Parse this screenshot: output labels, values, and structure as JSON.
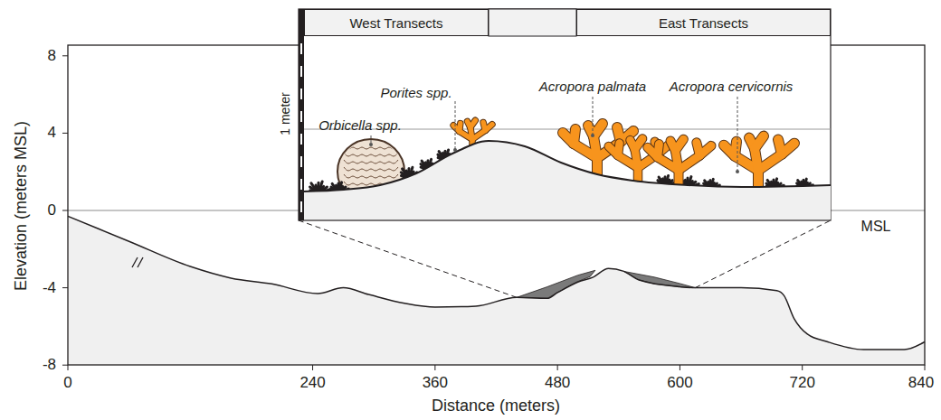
{
  "diagram": {
    "nodes": [
      {
        "text": [
          "West Transects"
        ]
      },
      {
        "text": [
          "East Transects"
        ]
      }
    ],
    "labels": [
      "8",
      "4",
      "0",
      "-4",
      "-8",
      "0",
      "240",
      "360",
      "480",
      "600",
      "720",
      "840",
      "Elevation (meters MSL)",
      "Distance (meters)",
      "MSL",
      "1 meter",
      "Orbicella spp.",
      "Porites spp.",
      "Acropora palmata",
      "Acropora cervicornis"
    ]
  }
}
